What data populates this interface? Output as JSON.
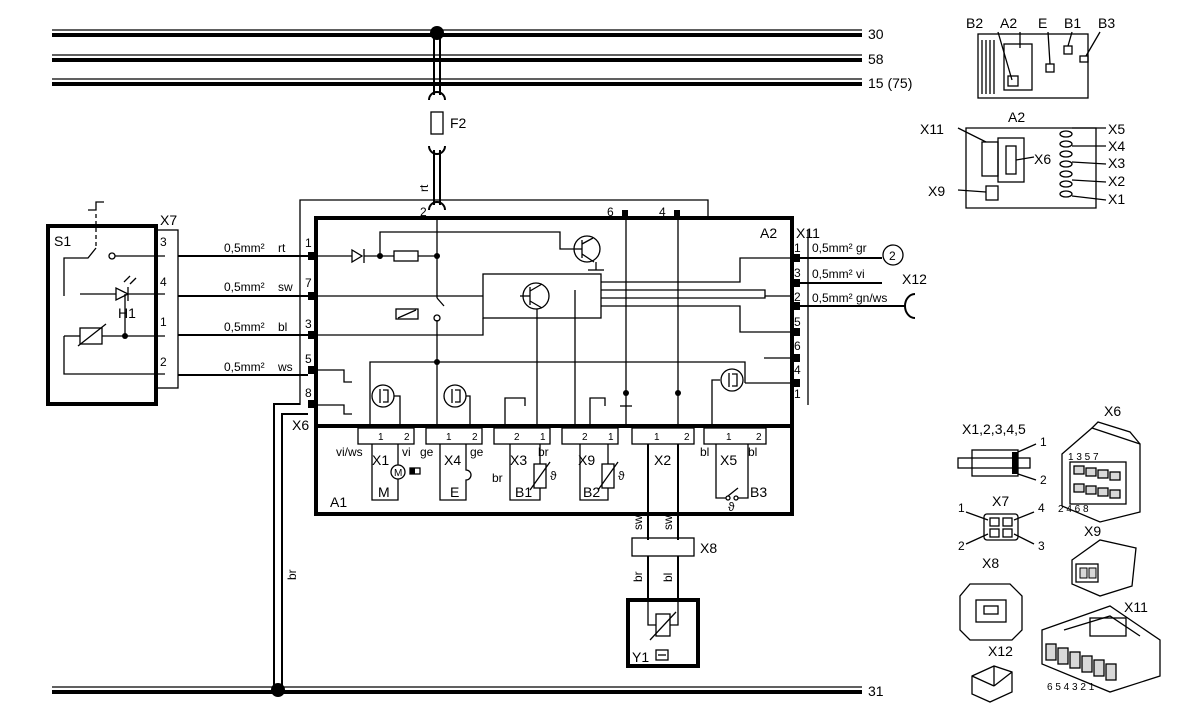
{
  "rails": [
    {
      "label": "30"
    },
    {
      "label": "58"
    },
    {
      "label": "15 (75)"
    },
    {
      "label": "31"
    }
  ],
  "fuse": {
    "label": "F2"
  },
  "modules": {
    "a1": "A1",
    "a2": "A2",
    "s1": "S1",
    "h1": "H1",
    "y1": "Y1"
  },
  "connectors": {
    "x6": "X6",
    "x7": "X7",
    "x8": "X8",
    "x11": "X11",
    "x12": "X12",
    "x1": "X1",
    "x2": "X2",
    "x3": "X3",
    "x4": "X4",
    "x5": "X5",
    "x9": "X9"
  },
  "components": {
    "m": "M",
    "e": "E",
    "b1": "B1",
    "b2": "B2",
    "b3": "B3"
  },
  "pins": {
    "p1": "1",
    "p2": "2",
    "p3": "3",
    "p4": "4",
    "p5": "5",
    "p6": "6",
    "p7": "7",
    "p8": "8"
  },
  "wires": {
    "rt": "rt",
    "sw": "sw",
    "bl": "bl",
    "ws": "ws",
    "br": "br",
    "vi": "vi",
    "ge": "ge",
    "viws": "vi/ws",
    "gr05": "0,5mm² gr",
    "vi05": "0,5mm² vi",
    "gnws05": "0,5mm² gn/ws",
    "sec": "0,5mm²"
  },
  "marker": "2",
  "theta": "ϑ",
  "legend": {
    "group": "X1,2,3,4,5",
    "x6": "X6",
    "x7": "X7",
    "x8": "X8",
    "x9": "X9",
    "x11": "X11",
    "x12": "X12",
    "x6_pins_top": "1 3 5 7",
    "x6_pins_bottom": "2 4 6 8",
    "x11_pins": "6 5 4 3 2 1",
    "p1": "1",
    "p2": "2",
    "p3": "3",
    "p4": "4"
  },
  "inset": {
    "b2": "B2",
    "a2": "A2",
    "e": "E",
    "b1": "B1",
    "b3": "B3",
    "x11": "X11",
    "x9": "X9",
    "x6": "X6",
    "x5": "X5",
    "x4": "X4",
    "x3": "X3",
    "x2": "X2",
    "x1": "X1"
  }
}
